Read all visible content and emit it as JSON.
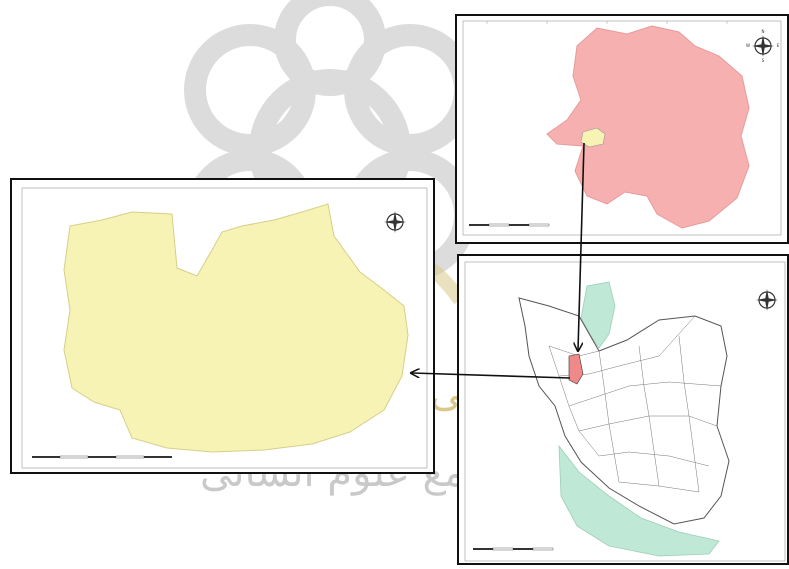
{
  "watermark": {
    "line1": "پژوهشگاه علوم انسانی و مطالعات فرهنگی",
    "line2": "پرتال جامع علوم انسانی"
  },
  "colors": {
    "study_area_fill": "#f7f3b4",
    "province_fill": "#f7b0b0",
    "highlight_fill": "#f08a8a",
    "sea_fill": "#bfe8d6",
    "border_color": "#111111"
  },
  "north_arrow": {
    "n": "N",
    "s": "S",
    "e": "E",
    "w": "W"
  },
  "icons": [
    "compass-rose-icon",
    "arrow-icon"
  ]
}
